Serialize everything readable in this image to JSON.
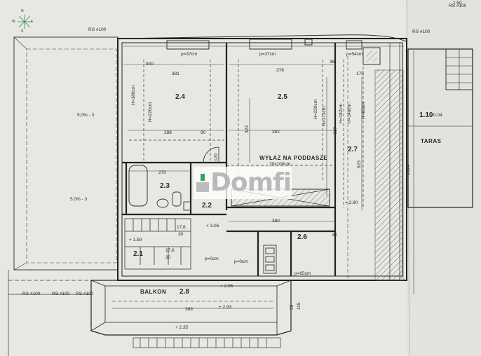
{
  "compass": {
    "n": "N",
    "e": "E",
    "s": "S",
    "w": "W"
  },
  "scale": "1:50",
  "rooms": {
    "r24": "2.4",
    "r25": "2.5",
    "r23": "2.3",
    "r22": "2.2",
    "r21": "2.1",
    "r26": "2.6",
    "r27": "2.7",
    "r28": "2.8",
    "r110": "1.10"
  },
  "labels": {
    "attic_exit": "WYŁAZ NA PODDASZE",
    "attic_exit_size": "70x100cm",
    "balcony": "BALKON",
    "terrace": "TARAS",
    "level_004": "- 0.04",
    "level_290": "+ 2.90",
    "level_306": "+ 3.06",
    "level_295": "+ 2.95",
    "level_293": "+ 2.93",
    "level_235": "+ 2.35",
    "level_159": "+ 1.59",
    "rs_top_left": "RS #100",
    "rs_top_right": "RS #100",
    "rs_top_right2": "RS #100",
    "rs_bottom1": "RS #100",
    "rs_bottom2": "RS #100",
    "rs_bottom3": "RS #100",
    "slope1": "5,0% - 3",
    "slope2": "5,0% - 3",
    "dim_1014": "1014",
    "dim_923": "923",
    "dim_617": "617",
    "dim_323": "323",
    "dim_392": "392",
    "dim_288": "288",
    "dim_381": "381",
    "dim_378": "378",
    "dim_380": "380",
    "dim_270": "270",
    "dim_389": "389",
    "dim_940": "940",
    "dim_175": "175",
    "dim_h186": "H=186cm",
    "dim_h220a": "H=220cm",
    "dim_h220b": "H=220cm",
    "dim_h173": "H=173cm",
    "dim_h182": "H=182cm",
    "dim_h140": "H=140cm",
    "dim_h86": "H=86cm",
    "stair1": "17,6",
    "stair1b": "30",
    "stair2": "17,6",
    "stair2b": "30",
    "door1": "p=0cm",
    "door2": "p=0cm",
    "door3": "p=65cm",
    "window1": "p=37cm",
    "window2": "p=37cm",
    "window3": "p=54cm",
    "dim_80": "80",
    "dim_120": "120",
    "dim_55": "55",
    "dim_115": "115",
    "dim_36": "36",
    "dim_90": "90"
  },
  "watermark": "Domfi"
}
